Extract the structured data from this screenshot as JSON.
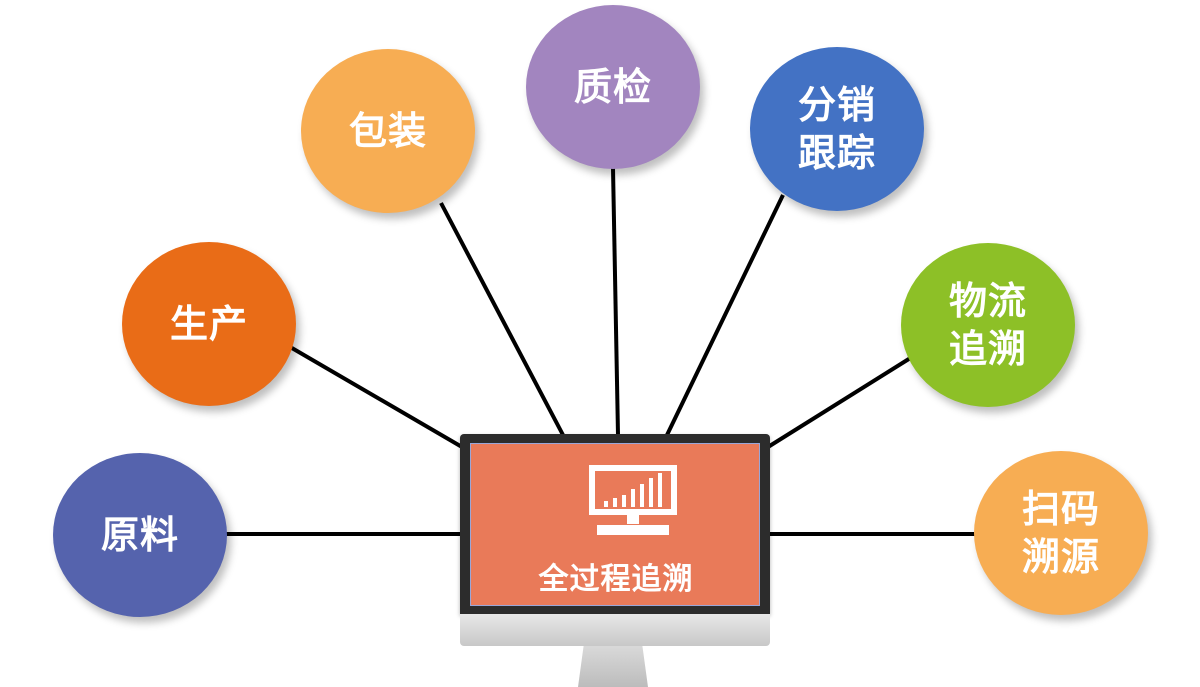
{
  "center": {
    "label": "全过程追溯",
    "screen_color": "#e97a59"
  },
  "nodes": [
    {
      "id": "raw-material",
      "label": "原料",
      "color": "#5563ad"
    },
    {
      "id": "production",
      "label": "生产",
      "color": "#e96c17"
    },
    {
      "id": "packaging",
      "label": "包装",
      "color": "#f7ad53"
    },
    {
      "id": "quality-check",
      "label": "质检",
      "color": "#a285bf"
    },
    {
      "id": "distribution-tracking",
      "label": "分销跟踪",
      "color": "#4372c4"
    },
    {
      "id": "logistics-tracing",
      "label": "物流追溯",
      "color": "#8dc027"
    },
    {
      "id": "scan-tracing",
      "label": "扫码溯源",
      "color": "#f7ad53"
    }
  ]
}
